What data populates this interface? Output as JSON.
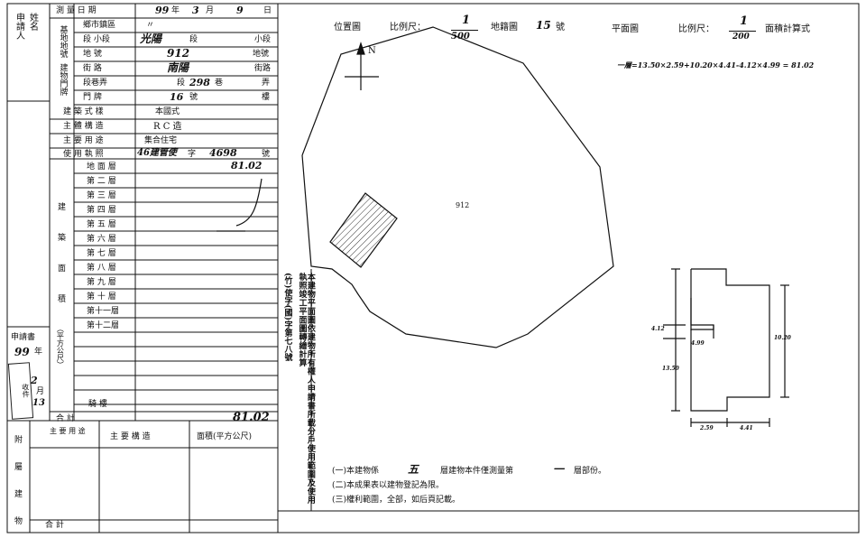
{
  "form": {
    "left_labels": {
      "applicant": "申請人",
      "applicant2": "姓名",
      "base": "基地地號",
      "building": "建物門牌"
    },
    "rows": {
      "survey_date": {
        "label": "測 量 日 期",
        "year": "99",
        "y": "年",
        "month": "3",
        "m": "月",
        "day": "9",
        "d": "日"
      },
      "district": {
        "label": "鄉市鎮區",
        "value": "〃"
      },
      "section": {
        "label": "段 小段",
        "value": "光陽",
        "suffix1": "段",
        "suffix2": "小段"
      },
      "land_no": {
        "label": "地 號",
        "value": "912",
        "suffix": "地號"
      },
      "street": {
        "label": "街 路",
        "value": "南陽",
        "suffix": "街路"
      },
      "lane": {
        "label": "段巷弄",
        "prefix": "段",
        "value": "298",
        "suffix1": "巷",
        "suffix2": "弄"
      },
      "door_no": {
        "label": "門 牌",
        "value": "16",
        "suffix1": "號",
        "suffix2": "樓"
      },
      "style": {
        "label": "建 築 式 樣",
        "value": "本國式"
      },
      "structure": {
        "label": "主 體 構 造",
        "value": "R C 造"
      },
      "usage": {
        "label": "主 要 用 途",
        "value": "集合住宅"
      },
      "license": {
        "label": "使 用 執 照",
        "value": "46建管使",
        "zi": "字",
        "number": "4698",
        "hao": "號"
      }
    },
    "area_section_label": [
      "建",
      "築",
      "面",
      "積"
    ],
    "unit_label": "（平方公尺）",
    "floors": [
      {
        "name": "地 面 層",
        "value": "81.02"
      },
      {
        "name": "第 二 層",
        "value": ""
      },
      {
        "name": "第 三 層",
        "value": ""
      },
      {
        "name": "第 四 層",
        "value": ""
      },
      {
        "name": "第 五 層",
        "value": ""
      },
      {
        "name": "第 六 層",
        "value": ""
      },
      {
        "name": "第 七 層",
        "value": ""
      },
      {
        "name": "第 八 層",
        "value": ""
      },
      {
        "name": "第 九 層",
        "value": ""
      },
      {
        "name": "第 十 層",
        "value": ""
      },
      {
        "name": "第十一層",
        "value": ""
      },
      {
        "name": "第十二層",
        "value": ""
      }
    ],
    "balcony_label": "騎 樓",
    "total_label": "合 計",
    "total_value": "81.02",
    "applied_label": "申請書",
    "applied_year": "99",
    "applied_nian": "年",
    "applied_month": "2",
    "applied_yue": "月",
    "applied_day": "13",
    "stamp_text": "收件",
    "annex": {
      "side_label": [
        "附",
        "屬",
        "建",
        "物"
      ],
      "col_main_use": "主 要 用 途",
      "col_main_structure": "主 要 構 造",
      "col_area": "面積(平方公尺)",
      "total_label": "合 計"
    },
    "vertical_note": "本建物平面圖依建物所有權人申請書所載分戶使用範圍及使用執照竣工平面圖轉繪計算",
    "vertical_ref": "(竹)使字(國)字第七八號"
  },
  "plan": {
    "location_title": "位置圖",
    "scale_label": "比例尺：",
    "location_scale_num": "1",
    "location_scale_den": "500",
    "cadastral_label": "地籍圖",
    "cadastral_no": "15",
    "cadastral_suffix": "號",
    "floor_plan_title": "平面圖",
    "floor_scale_num": "1",
    "floor_scale_den": "200",
    "area_calc_title": "面積計算式",
    "formula": "一層=13.50×2.59+10.20×4.41-4.12×4.99 = 81.02",
    "north": "N",
    "parcel_no": "912",
    "dims": {
      "left": "13.50",
      "right": "10.20",
      "small_h": "4.12",
      "notch_w": "4.99",
      "bottom_left": "2.59",
      "bottom_right": "4.41"
    },
    "notes": [
      {
        "prefix": "(一)本建物係",
        "value": "五",
        "mid": "層建物本件僅測量第",
        "value2": "一",
        "suffix": "層部份。"
      },
      {
        "text": "(二)本成果表以建物登記為限。"
      },
      {
        "text": "(三)權利範圍，全部，如后頁記載。"
      }
    ]
  }
}
